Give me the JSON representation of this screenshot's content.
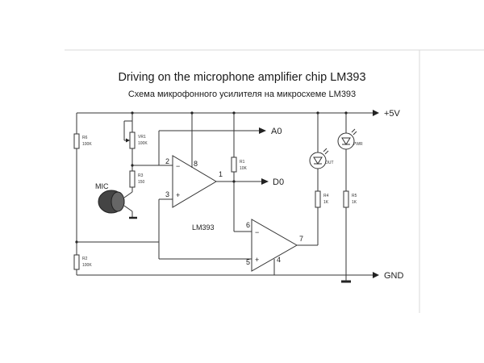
{
  "title_en": "Driving on the microphone amplifier chip LM393",
  "title_ru": "Схема микрофонного усилителя на микросхеме LM393",
  "rails": {
    "vcc": "+5V",
    "gnd": "GND"
  },
  "outputs": {
    "analog": "A0",
    "digital": "D0"
  },
  "chip": "LM393",
  "mic": "MIC",
  "components": {
    "r6": {
      "ref": "R6",
      "value": "100K"
    },
    "vr1": {
      "ref": "VR1",
      "value": "100K"
    },
    "r3": {
      "ref": "R3",
      "value": "150"
    },
    "r2": {
      "ref": "R2",
      "value": "100K"
    },
    "r1": {
      "ref": "R1",
      "value": "10K"
    },
    "r4": {
      "ref": "R4",
      "value": "1K"
    },
    "r5": {
      "ref": "R5",
      "value": "1K"
    },
    "led_out": {
      "label": "OUT"
    },
    "led_pwr": {
      "label": "PWR"
    }
  },
  "pins": {
    "u1_inv": "2",
    "u1_noninv": "3",
    "u1_vcc": "8",
    "u1_out": "1",
    "u2_inv": "6",
    "u2_noninv": "5",
    "u2_out": "7",
    "u2_gnd": "4"
  },
  "colors": {
    "line": "#333333",
    "text": "#222222",
    "digital_label": "#2b2b6b"
  }
}
